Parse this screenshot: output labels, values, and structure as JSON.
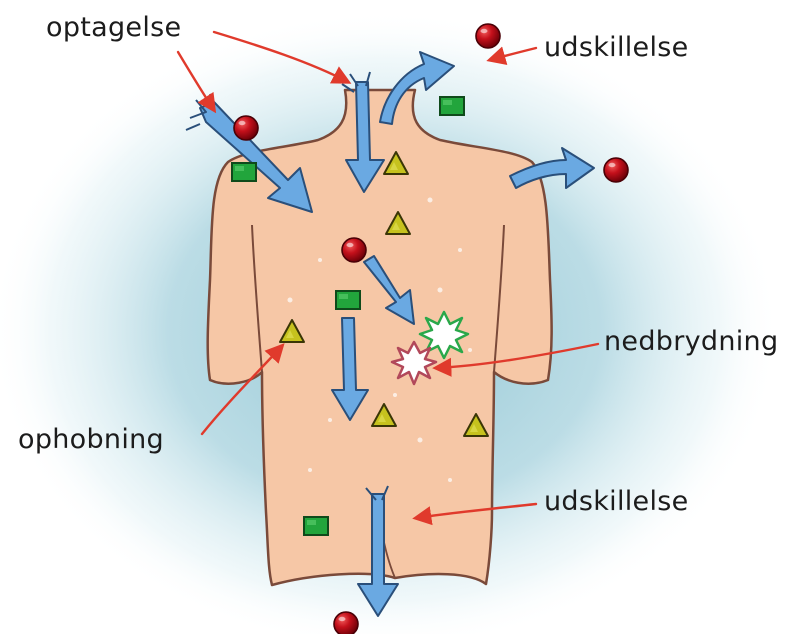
{
  "labels": {
    "uptake": "optagelse",
    "excretion_top": "udskillelse",
    "breakdown": "nedbrydning",
    "accumulation": "ophobning",
    "excretion_bottom": "udskillelse"
  },
  "colors": {
    "background_glow": "#8cc3d2",
    "skin": "#f6c7a6",
    "skin_outline": "#7a4a3a",
    "arrow_fill": "#6aa9e2",
    "arrow_outline": "#2a4f7a",
    "pointer": "#e03a2c",
    "sphere": "#c4101b",
    "square": "#22a53c",
    "triangle": "#b8b51a",
    "burst_green": "#2aa84a",
    "burst_red": "#b2485a"
  },
  "icons": [
    "red-sphere",
    "green-square",
    "yellow-triangle",
    "breakdown-burst",
    "blue-flow-arrow"
  ]
}
